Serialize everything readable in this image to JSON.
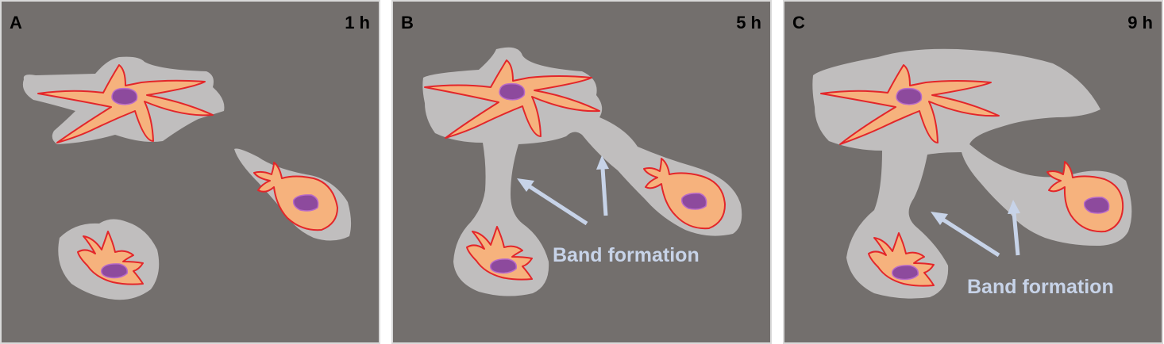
{
  "colors": {
    "panel_bg": "#736f6d",
    "panel_border": "#d9d9d9",
    "matrix": "#c0bebe",
    "cell_fill": "#f6b27d",
    "cell_outline": "#e3262a",
    "nucleus_fill": "#8d4a9d",
    "nucleus_outline": "#b86ac9",
    "arrow": "#c7d3e8"
  },
  "panels": [
    {
      "letter": "A",
      "time": "1 h"
    },
    {
      "letter": "B",
      "time": "5 h",
      "annotation": "Band formation"
    },
    {
      "letter": "C",
      "time": "9 h",
      "annotation": "Band formation"
    }
  ]
}
